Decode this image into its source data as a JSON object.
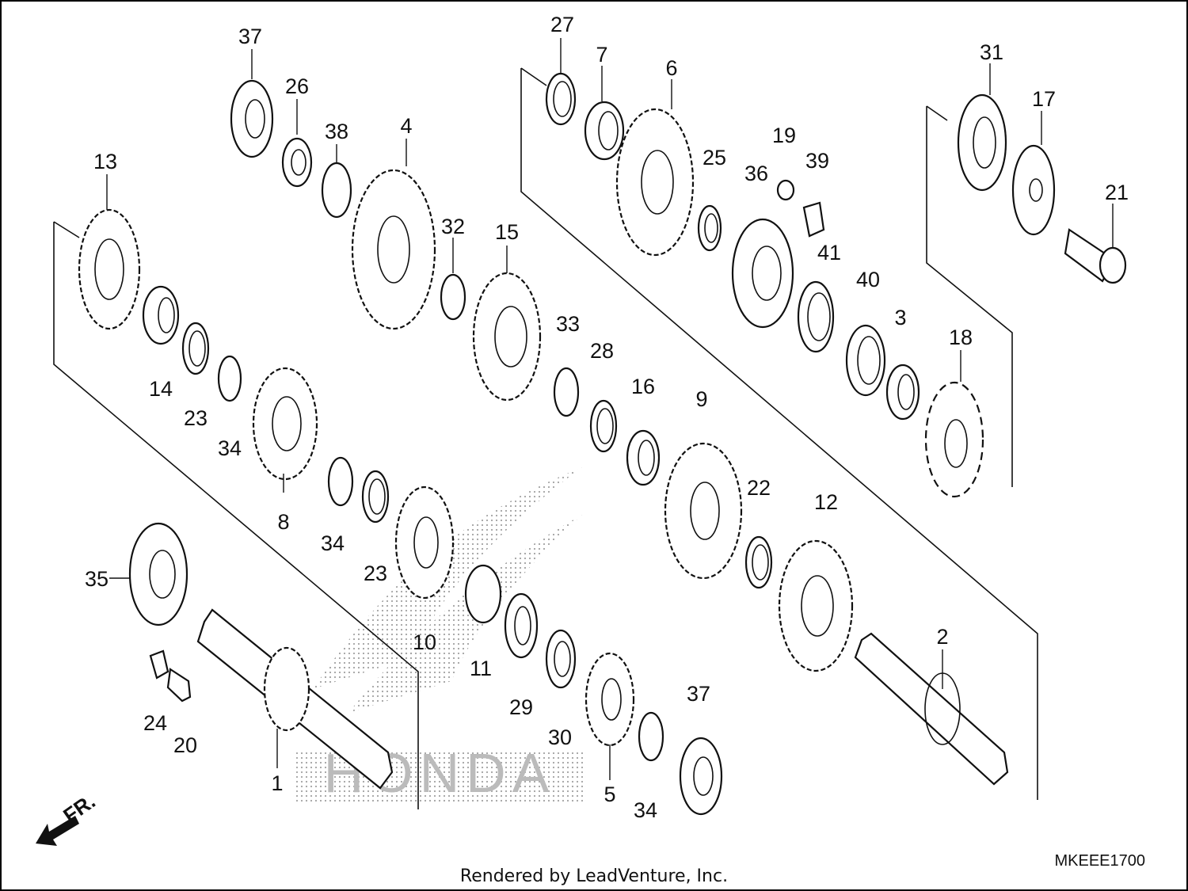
{
  "diagram": {
    "part_code": "MKEEE1700",
    "credit": "Rendered by LeadVenture, Inc.",
    "direction_label": "FR.",
    "watermark": "HONDA",
    "callouts": [
      {
        "id": "c37a",
        "text": "37"
      },
      {
        "id": "c26",
        "text": "26"
      },
      {
        "id": "c38",
        "text": "38"
      },
      {
        "id": "c4",
        "text": "4"
      },
      {
        "id": "c13",
        "text": "13"
      },
      {
        "id": "c32",
        "text": "32"
      },
      {
        "id": "c15",
        "text": "15"
      },
      {
        "id": "c14",
        "text": "14"
      },
      {
        "id": "c23a",
        "text": "23"
      },
      {
        "id": "c34a",
        "text": "34"
      },
      {
        "id": "c8",
        "text": "8"
      },
      {
        "id": "c33",
        "text": "33"
      },
      {
        "id": "c28",
        "text": "28"
      },
      {
        "id": "c34b",
        "text": "34"
      },
      {
        "id": "c23b",
        "text": "23"
      },
      {
        "id": "c35",
        "text": "35"
      },
      {
        "id": "c10",
        "text": "10"
      },
      {
        "id": "c11",
        "text": "11"
      },
      {
        "id": "c29",
        "text": "29"
      },
      {
        "id": "c30",
        "text": "30"
      },
      {
        "id": "c24",
        "text": "24"
      },
      {
        "id": "c20",
        "text": "20"
      },
      {
        "id": "c1",
        "text": "1"
      },
      {
        "id": "c5",
        "text": "5"
      },
      {
        "id": "c34c",
        "text": "34"
      },
      {
        "id": "c37b",
        "text": "37"
      },
      {
        "id": "c27",
        "text": "27"
      },
      {
        "id": "c7",
        "text": "7"
      },
      {
        "id": "c6",
        "text": "6"
      },
      {
        "id": "c25",
        "text": "25"
      },
      {
        "id": "c19",
        "text": "19"
      },
      {
        "id": "c39",
        "text": "39"
      },
      {
        "id": "c36",
        "text": "36"
      },
      {
        "id": "c41",
        "text": "41"
      },
      {
        "id": "c40",
        "text": "40"
      },
      {
        "id": "c3",
        "text": "3"
      },
      {
        "id": "c18",
        "text": "18"
      },
      {
        "id": "c16",
        "text": "16"
      },
      {
        "id": "c9",
        "text": "9"
      },
      {
        "id": "c22",
        "text": "22"
      },
      {
        "id": "c12",
        "text": "12"
      },
      {
        "id": "c2",
        "text": "2"
      },
      {
        "id": "c31",
        "text": "31"
      },
      {
        "id": "c17",
        "text": "17"
      },
      {
        "id": "c21",
        "text": "21"
      }
    ]
  }
}
